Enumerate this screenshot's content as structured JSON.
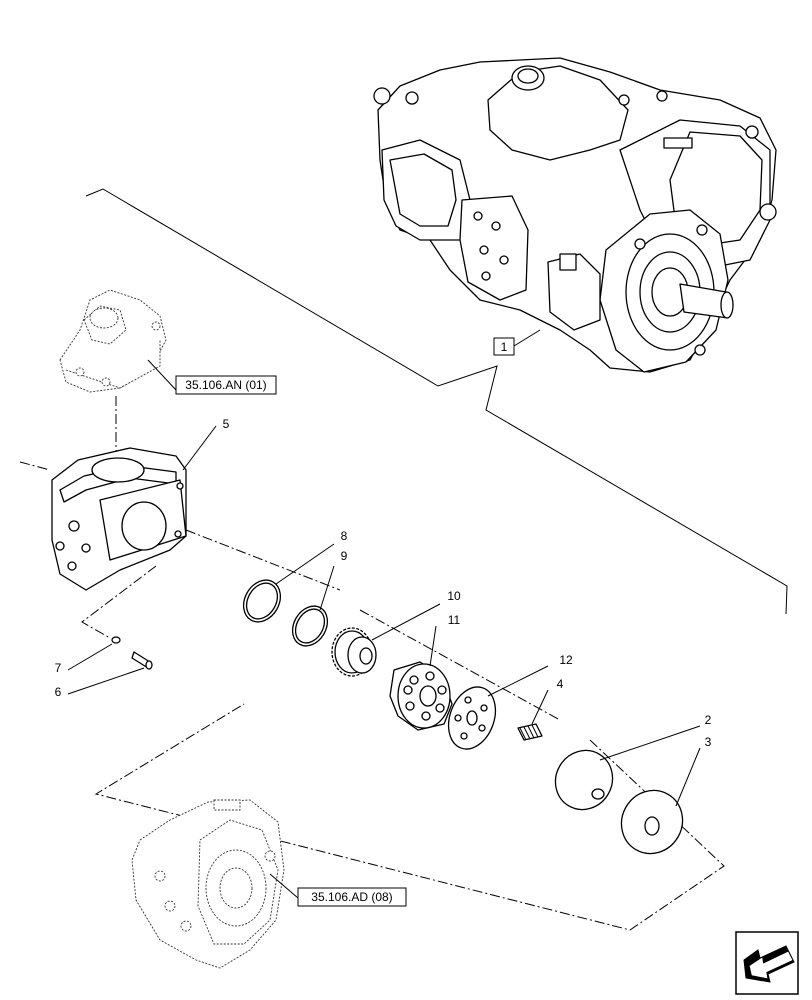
{
  "callouts": {
    "c1": "1",
    "c2": "2",
    "c3": "3",
    "c4": "4",
    "c5": "5",
    "c6": "6",
    "c7": "7",
    "c8": "8",
    "c9": "9",
    "c10": "10",
    "c11": "11",
    "c12": "12"
  },
  "references": {
    "an": "35.106.AN (01)",
    "ad": "35.106.AD (08)"
  },
  "icons": {
    "nav": "arrow-bottom-left-icon"
  }
}
